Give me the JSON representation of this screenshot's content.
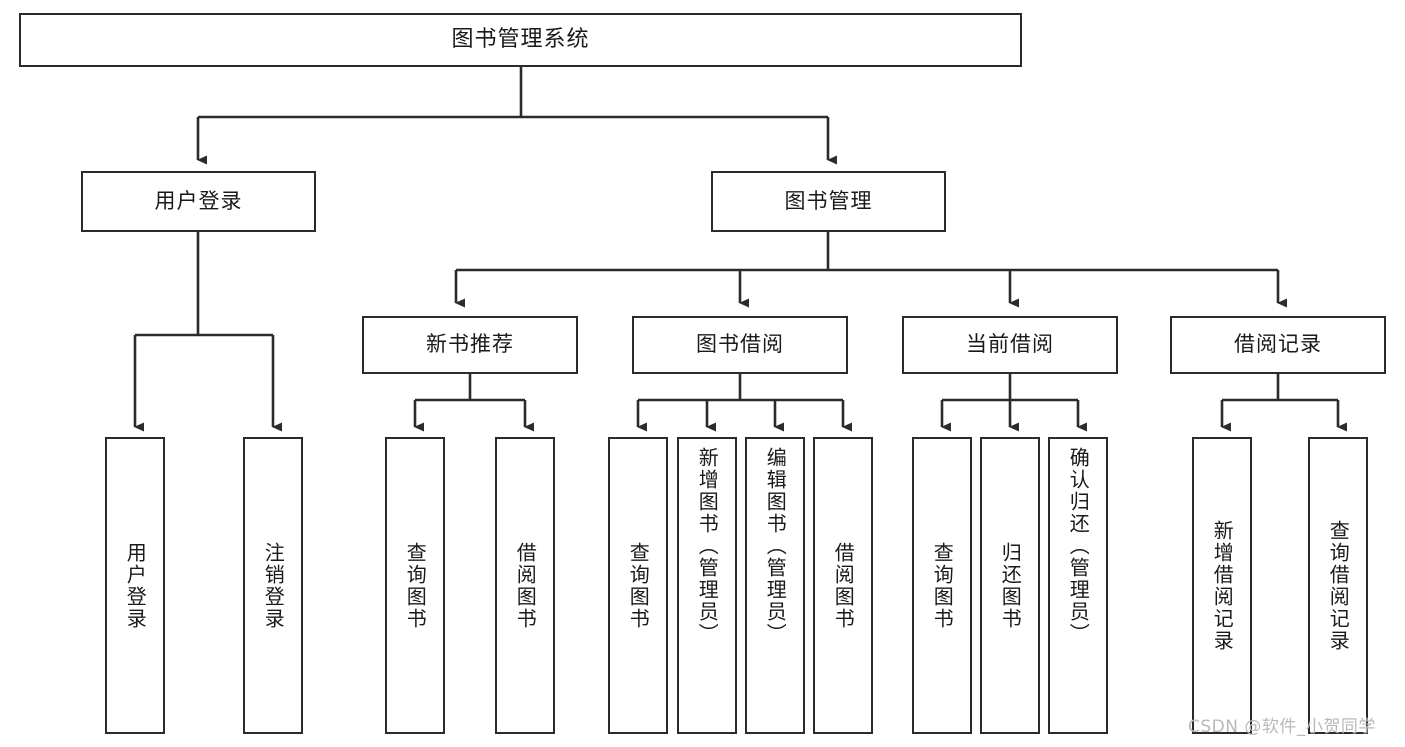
{
  "diagram": {
    "title": "图书管理系统",
    "watermark": "CSDN @软件_小贺同学",
    "line_color": "#2b2b2b",
    "box_fill": "#ffffff",
    "text_color": "#1a1a1a",
    "root": {
      "label": "图书管理系统"
    },
    "level2": [
      {
        "label": "用户登录"
      },
      {
        "label": "图书管理"
      }
    ],
    "level3": [
      {
        "label": "新书推荐"
      },
      {
        "label": "图书借阅"
      },
      {
        "label": "当前借阅"
      },
      {
        "label": "借阅记录"
      }
    ],
    "leaves": {
      "user_login": [
        {
          "label": "用户登录"
        },
        {
          "label": "注销登录"
        }
      ],
      "new_book": [
        {
          "label": "查询图书"
        },
        {
          "label": "借阅图书"
        }
      ],
      "book_borrow": [
        {
          "label": "查询图书"
        },
        {
          "label": "新增图书（管理员）"
        },
        {
          "label": "编辑图书（管理员）"
        },
        {
          "label": "借阅图书"
        }
      ],
      "current_borrow": [
        {
          "label": "查询图书"
        },
        {
          "label": "归还图书"
        },
        {
          "label": "确认归还（管理员）"
        }
      ],
      "borrow_record": [
        {
          "label": "新增借阅记录"
        },
        {
          "label": "查询借阅记录"
        }
      ]
    }
  }
}
